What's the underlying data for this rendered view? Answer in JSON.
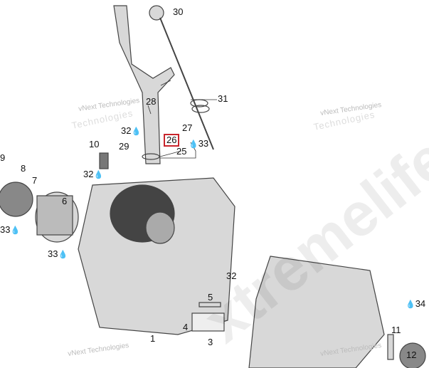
{
  "callouts": [
    {
      "id": "30",
      "text": "30"
    },
    {
      "id": "31",
      "text": "31"
    },
    {
      "id": "28",
      "text": "28"
    },
    {
      "id": "27",
      "text": "27"
    },
    {
      "id": "32a",
      "text": "32"
    },
    {
      "id": "26",
      "text": "26",
      "selected": true
    },
    {
      "id": "33a",
      "text": "33"
    },
    {
      "id": "29",
      "text": "29"
    },
    {
      "id": "25",
      "text": "25"
    },
    {
      "id": "10",
      "text": "10"
    },
    {
      "id": "9",
      "text": "9"
    },
    {
      "id": "8",
      "text": "8"
    },
    {
      "id": "7",
      "text": "7"
    },
    {
      "id": "32b",
      "text": "32"
    },
    {
      "id": "6",
      "text": "6"
    },
    {
      "id": "33b",
      "text": "33"
    },
    {
      "id": "33c",
      "text": "33"
    },
    {
      "id": "32c",
      "text": "32"
    },
    {
      "id": "5",
      "text": "5"
    },
    {
      "id": "4",
      "text": "4"
    },
    {
      "id": "3",
      "text": "3"
    },
    {
      "id": "1",
      "text": "1"
    },
    {
      "id": "34",
      "text": "34"
    },
    {
      "id": "11",
      "text": "11"
    },
    {
      "id": "12",
      "text": "12"
    }
  ],
  "watermarks": {
    "vnext": "vNext Technologies",
    "technologies": "Technologies",
    "site": "xtremelife.r"
  },
  "colors": {
    "highlight": "#c8242b"
  }
}
